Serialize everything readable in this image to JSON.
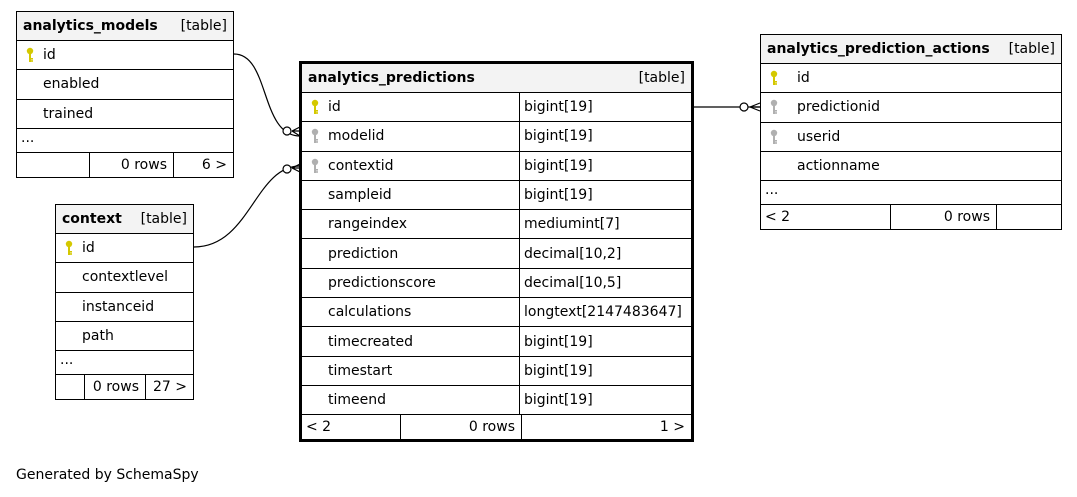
{
  "tables": {
    "analytics_models": {
      "name": "analytics_models",
      "kind": "[table]",
      "columns": [
        {
          "name": "id",
          "key": "primary"
        },
        {
          "name": "enabled",
          "key": ""
        },
        {
          "name": "trained",
          "key": ""
        }
      ],
      "ellipsis": "...",
      "footer": {
        "left": "",
        "rows": "0 rows",
        "right": "6 >"
      }
    },
    "context": {
      "name": "context",
      "kind": "[table]",
      "columns": [
        {
          "name": "id",
          "key": "primary"
        },
        {
          "name": "contextlevel",
          "key": ""
        },
        {
          "name": "instanceid",
          "key": ""
        },
        {
          "name": "path",
          "key": ""
        }
      ],
      "ellipsis": "...",
      "footer": {
        "left": "",
        "rows": "0 rows",
        "right": "27 >"
      }
    },
    "analytics_predictions": {
      "name": "analytics_predictions",
      "kind": "[table]",
      "columns": [
        {
          "name": "id",
          "type": "bigint[19]",
          "key": "primary"
        },
        {
          "name": "modelid",
          "type": "bigint[19]",
          "key": "foreign"
        },
        {
          "name": "contextid",
          "type": "bigint[19]",
          "key": "foreign"
        },
        {
          "name": "sampleid",
          "type": "bigint[19]",
          "key": ""
        },
        {
          "name": "rangeindex",
          "type": "mediumint[7]",
          "key": ""
        },
        {
          "name": "prediction",
          "type": "decimal[10,2]",
          "key": ""
        },
        {
          "name": "predictionscore",
          "type": "decimal[10,5]",
          "key": ""
        },
        {
          "name": "calculations",
          "type": "longtext[2147483647]",
          "key": ""
        },
        {
          "name": "timecreated",
          "type": "bigint[19]",
          "key": ""
        },
        {
          "name": "timestart",
          "type": "bigint[19]",
          "key": ""
        },
        {
          "name": "timeend",
          "type": "bigint[19]",
          "key": ""
        }
      ],
      "footer": {
        "left": "< 2",
        "rows": "0 rows",
        "right": "1 >"
      }
    },
    "analytics_prediction_actions": {
      "name": "analytics_prediction_actions",
      "kind": "[table]",
      "columns": [
        {
          "name": "id",
          "key": "primary"
        },
        {
          "name": "predictionid",
          "key": "foreign"
        },
        {
          "name": "userid",
          "key": "foreign"
        },
        {
          "name": "actionname",
          "key": ""
        }
      ],
      "ellipsis": "...",
      "footer": {
        "left": "< 2",
        "rows": "0 rows",
        "right": ""
      }
    }
  },
  "credit": "Generated by SchemaSpy",
  "colors": {
    "primary_key": "#d4c800",
    "foreign_key": "#b0b0b0",
    "header_bg": "#f3f3f3"
  }
}
